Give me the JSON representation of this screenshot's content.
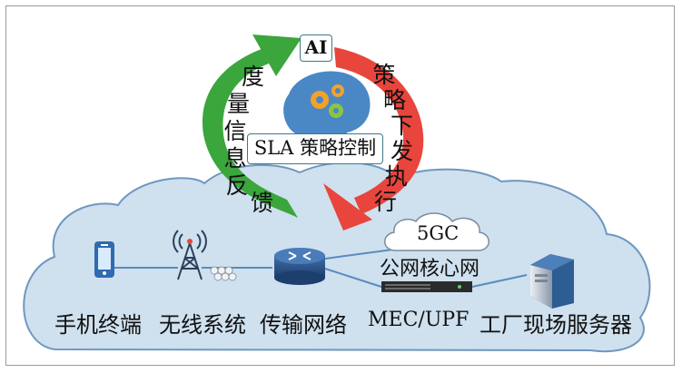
{
  "ai_label": "AI",
  "center_label": "SLA 策略控制",
  "left_arc_label": [
    "度",
    "量",
    "信",
    "息",
    "反",
    "馈"
  ],
  "right_arc_label": [
    "策",
    "略",
    "下",
    "发",
    "执",
    "行"
  ],
  "core_label": "5GC",
  "core_sublabel": "公网核心网",
  "components": {
    "phone": "手机终端",
    "wireless": "无线系统",
    "transport": "传输网络",
    "mec": "MEC/UPF",
    "server": "工厂现场服务器"
  },
  "colors": {
    "feedback_arrow": "#3aa63c",
    "policy_arrow": "#e8453c",
    "cloud_fill": "#cfe0ee",
    "cloud_stroke": "#6e98bf",
    "box_border": "#3d7a86"
  },
  "icons": [
    "phone-icon",
    "antenna-tower-icon",
    "router-icon",
    "rack-server-icon",
    "tower-server-icon",
    "brain-gears-icon"
  ]
}
